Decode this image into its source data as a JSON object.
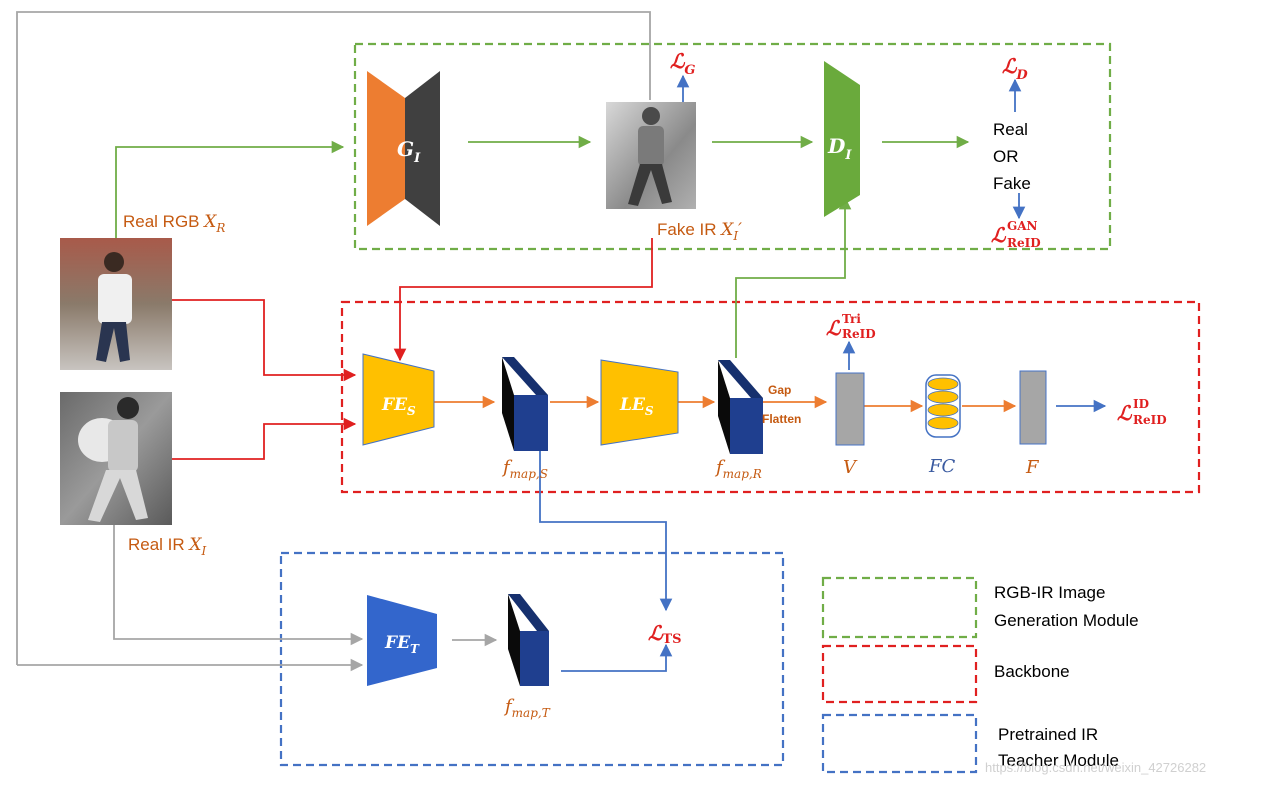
{
  "colors": {
    "generation_module": "#70ad47",
    "backbone": "#e02020",
    "teacher_module": "#4472c4",
    "generator_orange": "#ed7d31",
    "generator_dark": "#404040",
    "discriminator": "#6aaa3c",
    "encoder_yellow": "#ffc000",
    "teacher_blue": "#3366cc",
    "feature_map": "#1f3f8f",
    "loss_red": "#e02020",
    "label_brown": "#c55a11",
    "arrow_gray": "#a6a6a6",
    "arrow_blue": "#4472c4",
    "arrow_orange": "#ed7d31",
    "vector_gray": "#a6a6a6"
  },
  "inputs": {
    "real_rgb": {
      "text": "Real RGB ",
      "var": "X",
      "sub": "R"
    },
    "real_ir": {
      "text": "Real IR ",
      "var": "X",
      "sub": "I"
    },
    "fake_ir": {
      "text": "Fake IR ",
      "var": "X",
      "sub": "I",
      "prime": "′"
    }
  },
  "generation": {
    "generator": {
      "name": "G",
      "sub": "I"
    },
    "discriminator": {
      "name": "D",
      "sub": "I"
    },
    "loss_g": {
      "name": "ℒ",
      "sub": "G"
    },
    "loss_d": {
      "name": "ℒ",
      "sub": "D"
    },
    "real_or_fake": [
      "Real",
      "OR",
      "Fake"
    ],
    "loss_gan": {
      "name": "ℒ",
      "sup": "GAN",
      "sub": "ReID"
    }
  },
  "backbone": {
    "fe_s": {
      "name": "FE",
      "sub": "S"
    },
    "le_s": {
      "name": "LE",
      "sub": "S"
    },
    "fmap_s": {
      "name": "f",
      "sub": "map,S"
    },
    "fmap_r": {
      "name": "f",
      "sub": "map,R"
    },
    "gap": "Gap",
    "flatten": "Flatten",
    "v_label": "V",
    "fc_label": "FC",
    "f_label": "F",
    "loss_tri": {
      "name": "ℒ",
      "sup": "Tri",
      "sub": "ReID"
    },
    "loss_id": {
      "name": "ℒ",
      "sup": "ID",
      "sub": "ReID"
    }
  },
  "teacher": {
    "fe_t": {
      "name": "FE",
      "sub": "T"
    },
    "fmap_t": {
      "name": "f",
      "sub": "map,T"
    },
    "loss_ts": {
      "name": "ℒ",
      "sub": "TS"
    }
  },
  "legend": {
    "generation": [
      "RGB-IR Image",
      "Generation Module"
    ],
    "backbone": "Backbone",
    "teacher": [
      "Pretrained IR",
      "Teacher Module"
    ]
  },
  "watermark": "https://blog.csdn.net/weixin_42726282"
}
